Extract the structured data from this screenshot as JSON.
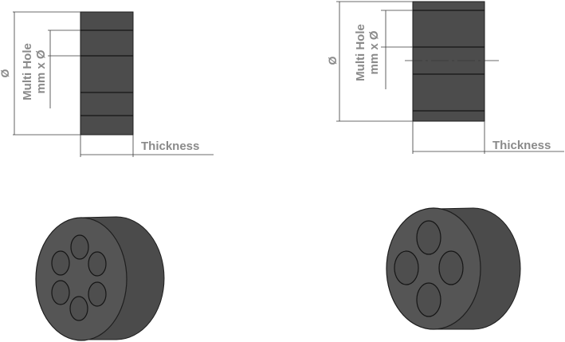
{
  "diagram": {
    "left_seal": {
      "diameter_label": "Ø",
      "multi_hole_label_line1": "Multi Hole",
      "multi_hole_label_line2": "mm x Ø",
      "thickness_label": "Thickness",
      "hole_count": 6
    },
    "right_seal": {
      "diameter_label": "Ø",
      "multi_hole_label_line1": "Multi Hole",
      "multi_hole_label_line2": "mm x Ø",
      "thickness_label": "Thickness",
      "hole_count": 4
    }
  },
  "colors": {
    "body": "#4b4b4b",
    "body_outline": "#1e1e1e",
    "label": "#8a8a8a",
    "dimension_line": "#3a3a3a"
  }
}
